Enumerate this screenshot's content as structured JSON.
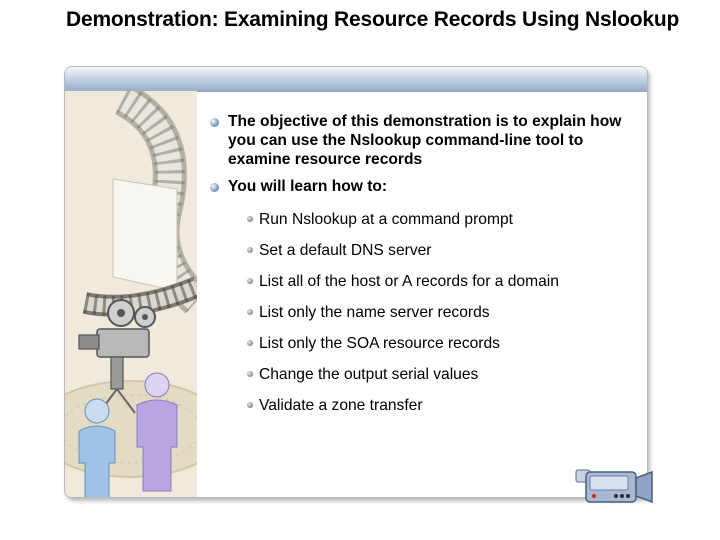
{
  "slide": {
    "title": "Demonstration: Examining Resource Records Using Nslookup",
    "bullets": [
      "The objective of this demonstration is to explain how you can use the Nslookup command-line tool to examine resource records",
      "You will learn how to:"
    ],
    "subbullets": [
      "Run Nslookup at a command prompt",
      "Set a default DNS server",
      "List all of the host or A records for a domain",
      "List only the name server records",
      "List only the SOA resource records",
      "Change the output serial values",
      "Validate a zone transfer"
    ]
  },
  "colors": {
    "frame_bar": "#98adc9",
    "art_background": "#efeadb",
    "person_left": "#9ec3e6",
    "person_right": "#b7a6e0",
    "bullet": "#3f5f8c"
  },
  "icons": [
    "film-reel-art",
    "movie-projector-icon",
    "people-figures",
    "video-camera-icon"
  ]
}
